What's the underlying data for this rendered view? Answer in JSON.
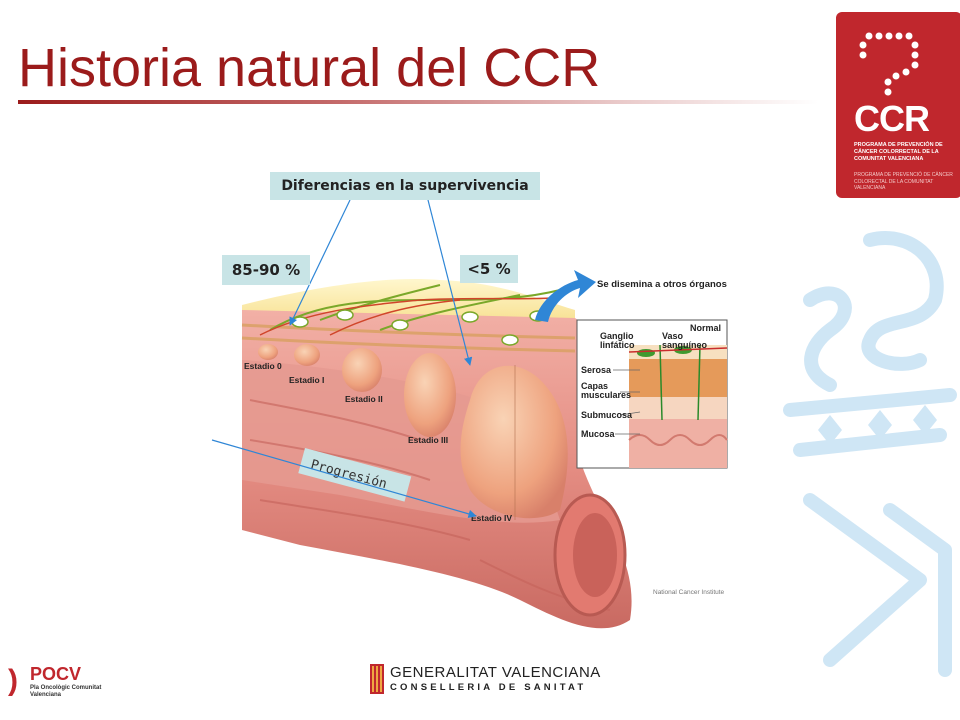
{
  "slide": {
    "title": "Historia natural del CCR"
  },
  "logo": {
    "name": "CCR",
    "program_line": "PROGRAMA DE PREVENCIÓN DE CÁNCER COLORRECTAL DE LA COMUNITAT VALENCIANA",
    "program_line_secondary": "PROGRAMA DE PREVENCIÓ DE CÀNCER COLORECTAL DE LA COMUNITAT VALENCIANA"
  },
  "diagram": {
    "survival_header": "Diferencias en la supervivencia",
    "survival_early": "85-90 %",
    "survival_late": "<5 %",
    "spread_label": "Se disemina a otros órganos",
    "progression_label": "Progresión",
    "stages": [
      "Estadio 0",
      "Estadio I",
      "Estadio II",
      "Estadio III",
      "Estadio IV"
    ],
    "inset": {
      "normal_label": "Normal",
      "node_label": "Ganglio\nlinfático",
      "vessel_label": "Vaso\nsanguíneo",
      "layers": [
        "Serosa",
        "Capas\nmusculares",
        "Submucosa",
        "Mucosa"
      ]
    },
    "credit": "National Cancer Institute"
  },
  "footer": {
    "pocv_name": "POCV",
    "pocv_sub": "Pla Oncològic Comunitat Valenciana",
    "gva_line1": "GENERALITAT VALENCIANA",
    "gva_line2": "CONSELLERIA DE SANITAT"
  },
  "colors": {
    "title": "#9b1b1b",
    "logo_bg": "#c0272d",
    "label_bg": "#c8e4e6",
    "tissue": "#e9958a",
    "tumor": "#f1b58f",
    "arrow_blue": "#2f86d6",
    "watermark": "#cfe6f5"
  }
}
